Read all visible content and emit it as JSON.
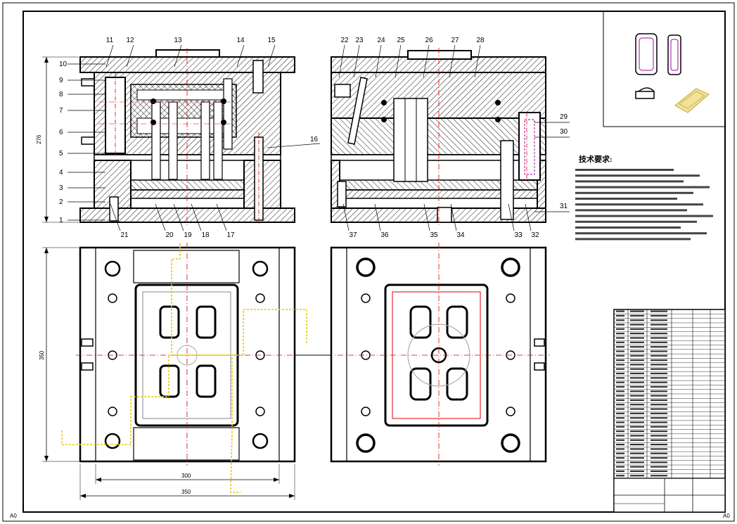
{
  "sheet": {
    "format_left": "A0",
    "format_right": "A0"
  },
  "front_view_left": {
    "callouts_left": [
      "10",
      "9",
      "8",
      "7",
      "6",
      "5",
      "4",
      "3",
      "2",
      "1"
    ],
    "callouts_top": [
      "11",
      "12",
      "13",
      "14",
      "15"
    ],
    "callouts_right": [
      "16"
    ],
    "callouts_bottom": [
      "21",
      "20",
      "19",
      "18",
      "17"
    ],
    "height_dimension": "276"
  },
  "front_view_right": {
    "callouts_top": [
      "22",
      "23",
      "24",
      "25",
      "26",
      "27",
      "28"
    ],
    "callouts_right": [
      "29",
      "30",
      "31"
    ],
    "callouts_bottom": [
      "37",
      "36",
      "35",
      "34",
      "33",
      "32"
    ]
  },
  "plan_view": {
    "height_dimension": "350",
    "width_inner": "300",
    "width_outer": "350"
  },
  "technical_requirements": {
    "heading": "技术要求:",
    "lines_count": 13
  },
  "bom": {
    "rows": 38
  }
}
